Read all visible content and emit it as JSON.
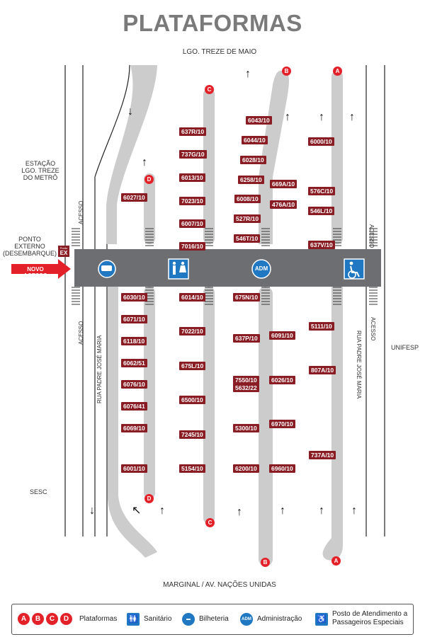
{
  "title": "PLATAFORMAS",
  "labels": {
    "top_street": "LGO. TREZE DE MAIO",
    "bottom_street": "MARGINAL / AV. NAÇÕES UNIDAS",
    "estacao": [
      "ESTAÇÃO",
      "LGO. TREZE",
      "DO METRÔ"
    ],
    "ponto": [
      "PONTO",
      "EXTERNO",
      "(DESEMBARQUE)"
    ],
    "novo_acesso": [
      "NOVO",
      "ACESSO"
    ],
    "acesso": "ACESSO",
    "rua_padre": "RUA PADRE JOSÉ MARIA",
    "sesc": "SESC",
    "unifesp": "UNIFESP",
    "ponto_ex_small": "Ponto",
    "ponto_ex_big": "EX",
    "adm": "ADM"
  },
  "platform_badges": [
    "A",
    "B",
    "C",
    "D"
  ],
  "routes": {
    "col_d_top": [
      "6027/10"
    ],
    "col_d_bottom": [
      "6030/10",
      "6071/10",
      "6118/10",
      "6062/51",
      "6076/10",
      "6076/41",
      "6069/10",
      "6001/10"
    ],
    "col_c_top": [
      "637R/10",
      "737G/10",
      "6013/10",
      "7023/10",
      "6007/10",
      "7016/10"
    ],
    "col_c_bottom": [
      "6014/10",
      "7022/10",
      "675L/10",
      "6500/10",
      "7245/10",
      "5154/10"
    ],
    "col_b_left_top": [
      "6043/10",
      "6044/10",
      "6028/10",
      "6258/10",
      "6008/10",
      "527R/10",
      "546T/10"
    ],
    "col_b_right_top": [
      "669A/10",
      "476A/10"
    ],
    "col_b_left_bottom": [
      "675N/10",
      "637P/10",
      "7550/10",
      "5632/22",
      "5300/10",
      "6200/10"
    ],
    "col_b_right_bottom": [
      "6091/10",
      "6026/10",
      "6970/10",
      "6960/10"
    ],
    "col_a_top": [
      "6000/10",
      "576C/10",
      "546L/10",
      "637V/10"
    ],
    "col_a_bottom": [
      "5111/10",
      "807A/10",
      "737A/10"
    ]
  },
  "legend": {
    "badges": [
      "A",
      "B",
      "C",
      "D"
    ],
    "plataformas": "Plataformas",
    "sanitario": "Sanitário",
    "bilheteria": "Bilheteria",
    "administracao": "Administração",
    "especiais": [
      "Posto de Atendimento a",
      "Passageiros Especiais"
    ],
    "adm_icon": "ADM"
  },
  "icons": [
    "bus-ticket-icon",
    "restroom-icon",
    "adm-icon",
    "wheelchair-icon",
    "arrow-up-icon",
    "arrow-down-icon",
    "crosswalk-icon"
  ],
  "colors": {
    "route_bg": "#8a1c24",
    "badge": "#e32128",
    "platform_gray": "#cccccc",
    "corridor": "#6d6e71",
    "icon_blue": "#1f78c1",
    "title_gray": "#7a7a7a"
  }
}
